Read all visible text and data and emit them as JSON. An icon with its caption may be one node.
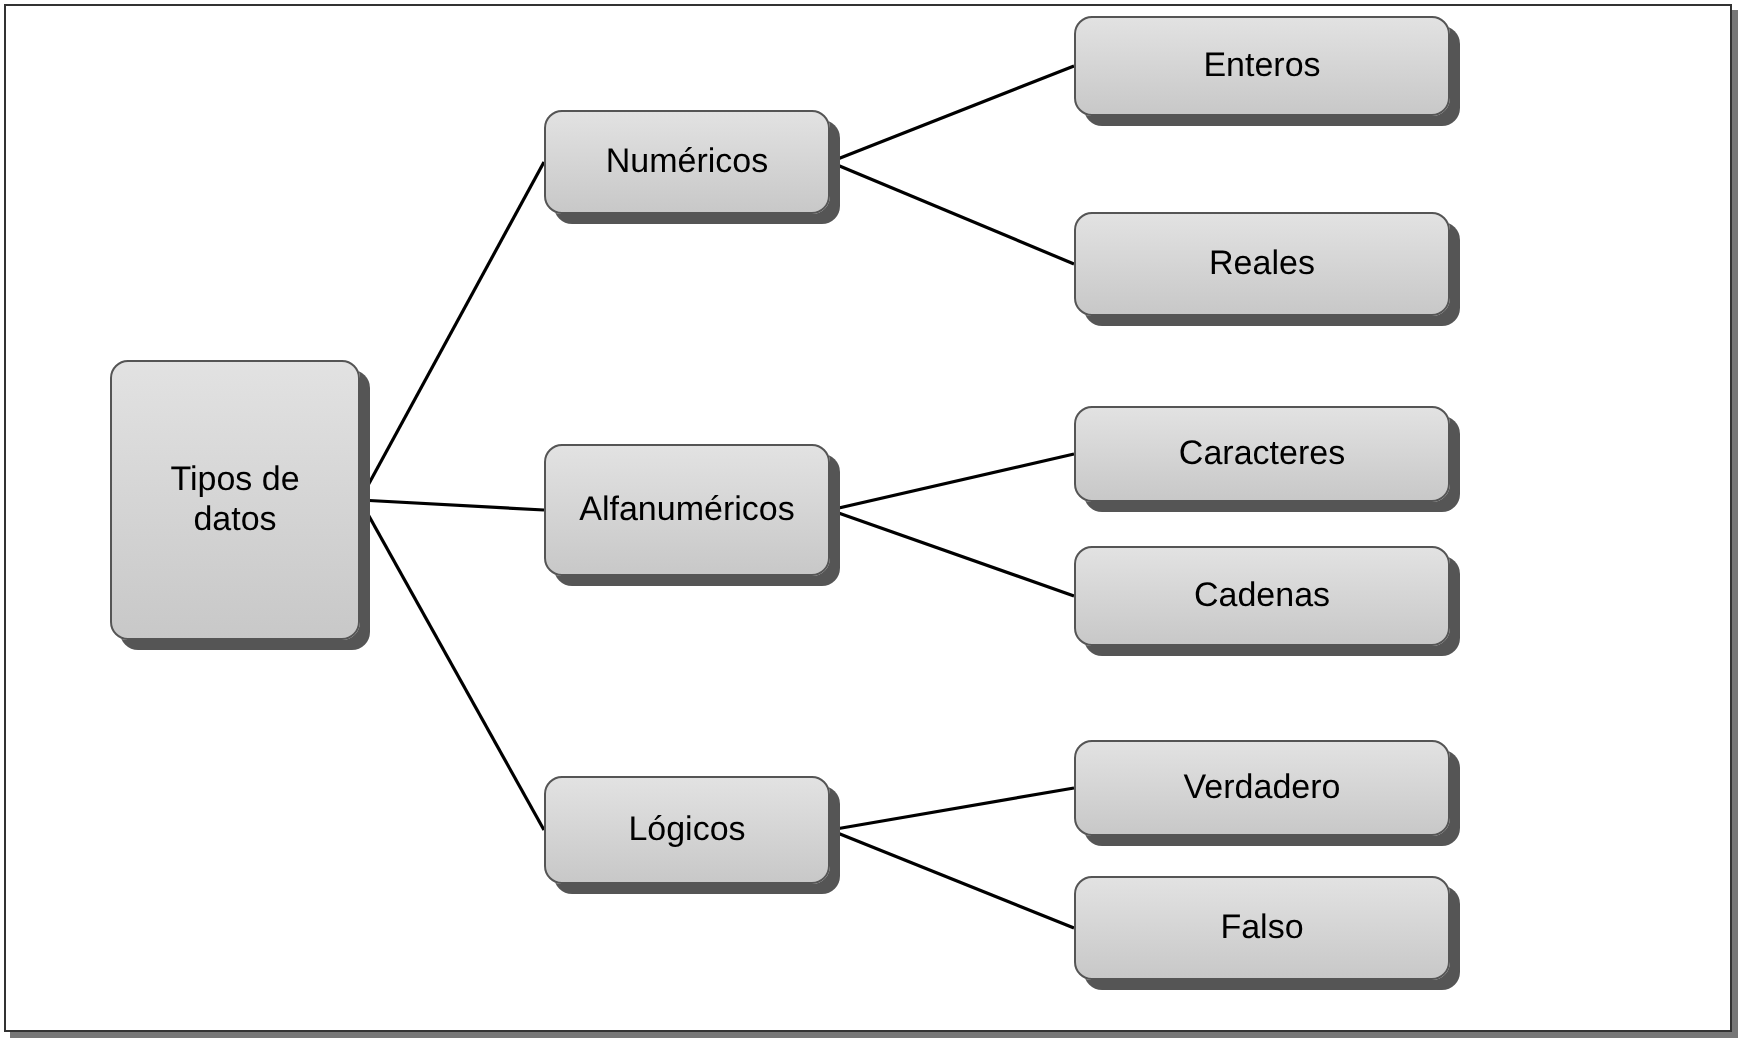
{
  "diagram": {
    "nodes": [
      {
        "text": [
          "Tipos de datos"
        ]
      },
      {
        "text": [
          "Numéricos"
        ]
      },
      {
        "text": [
          "Enteros"
        ]
      },
      {
        "text": [
          "Reales"
        ]
      },
      {
        "text": [
          "Alfanuméricos"
        ]
      },
      {
        "text": [
          "Caracteres"
        ]
      },
      {
        "text": [
          "Cadenas"
        ]
      },
      {
        "text": [
          "Lógicos"
        ]
      },
      {
        "text": [
          "Verdadero"
        ]
      },
      {
        "text": [
          "Falso"
        ]
      }
    ],
    "edges": [
      {
        "from": 0,
        "to": 1,
        "arrow": "none"
      },
      {
        "from": 0,
        "to": 4,
        "arrow": "none"
      },
      {
        "from": 0,
        "to": 7,
        "arrow": "none"
      },
      {
        "from": 1,
        "to": 2,
        "arrow": "none"
      },
      {
        "from": 1,
        "to": 3,
        "arrow": "none"
      },
      {
        "from": 4,
        "to": 5,
        "arrow": "none"
      },
      {
        "from": 4,
        "to": 6,
        "arrow": "none"
      },
      {
        "from": 7,
        "to": 8,
        "arrow": "none"
      },
      {
        "from": 7,
        "to": 9,
        "arrow": "none"
      }
    ]
  }
}
